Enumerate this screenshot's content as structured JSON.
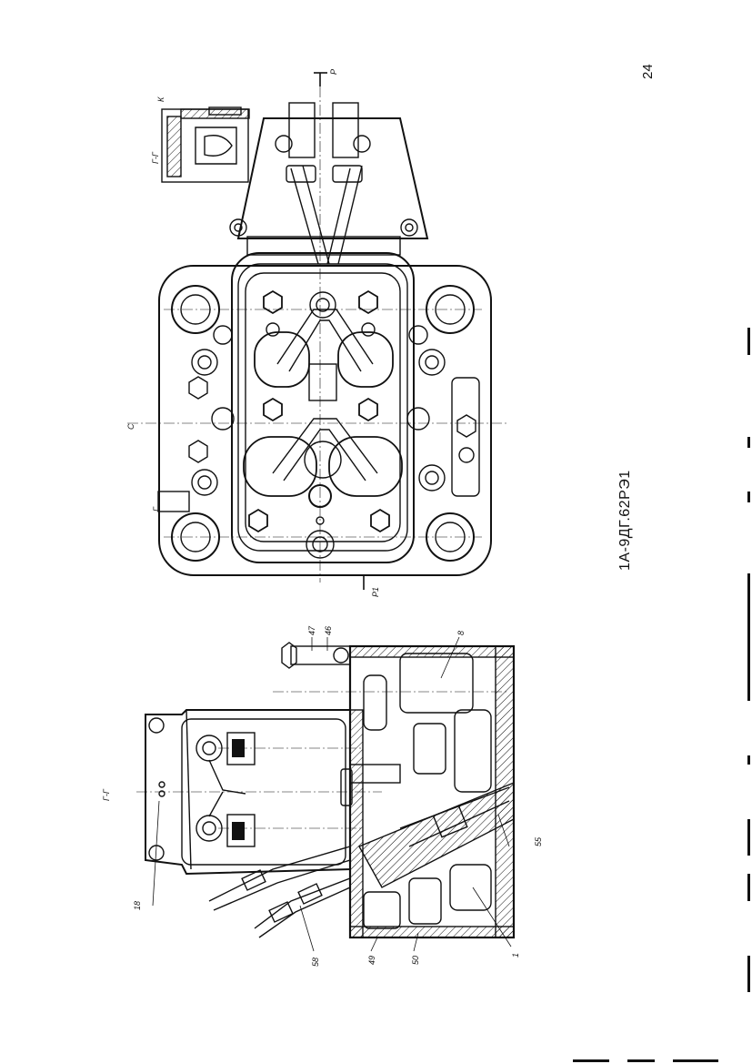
{
  "page": {
    "number": "24",
    "document_code": "1А-9ДГ.62РЭ1"
  },
  "views": {
    "section_top": {
      "label": "Г-Г",
      "callout": "К"
    },
    "plan": {
      "label_top": "Р",
      "label_bottom": "Р1",
      "label_left": "Г",
      "label_mid": "С"
    },
    "section_bottom": {
      "label": "Г-Г",
      "callouts": [
        "47",
        "46",
        "8",
        "55",
        "1",
        "50",
        "49",
        "58",
        "18"
      ]
    }
  }
}
